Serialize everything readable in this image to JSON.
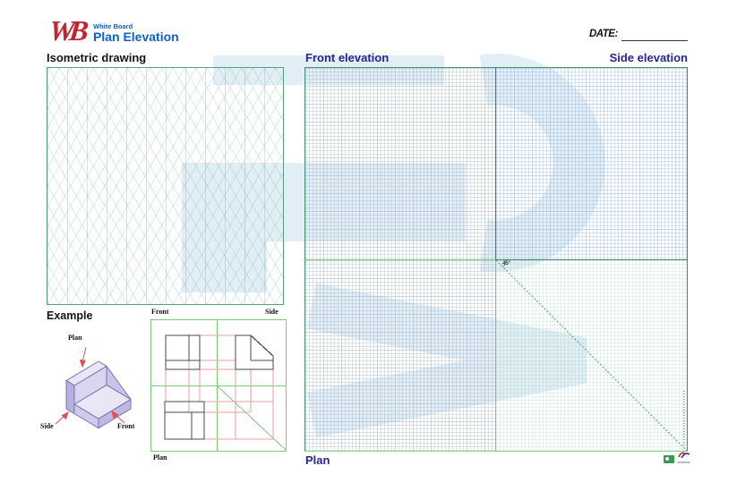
{
  "header": {
    "logo_monogram": "WB",
    "logo_name": "White Board",
    "logo_product": "Plan Elevation",
    "date_label": "DATE:"
  },
  "sections": {
    "isometric_title": "Isometric drawing",
    "front_elevation_title": "Front elevation",
    "side_elevation_title": "Side elevation",
    "plan_title": "Plan",
    "example_title": "Example",
    "angle_label": "45°"
  },
  "example": {
    "iso_labels": {
      "plan": "Plan",
      "side": "Side",
      "front": "Front"
    },
    "ortho_labels": {
      "front": "Front",
      "side": "Side",
      "plan": "Plan"
    }
  },
  "icons": {
    "bottom_right": [
      "eco-stamp-icon",
      "brand-mark-icon"
    ]
  },
  "colors": {
    "logo_red": "#c22433",
    "logo_blue": "#0e5fc8",
    "navy": "#26268c",
    "green_dark": "#4a9474",
    "green_mid": "#3a8468",
    "green_bright": "#7cc87c",
    "green_light": "#8cd08c",
    "watermark_blue": "#b9d9ec",
    "projection_red": "#e89f9f",
    "iso_grid": "#79b3a4",
    "graph_grid": "#93aecb",
    "example_edge": "#4a4a4a",
    "lavender_light": "#e9e6f6",
    "lavender_mid": "#c9c4e8",
    "lavender_dark": "#b6b0dc"
  }
}
